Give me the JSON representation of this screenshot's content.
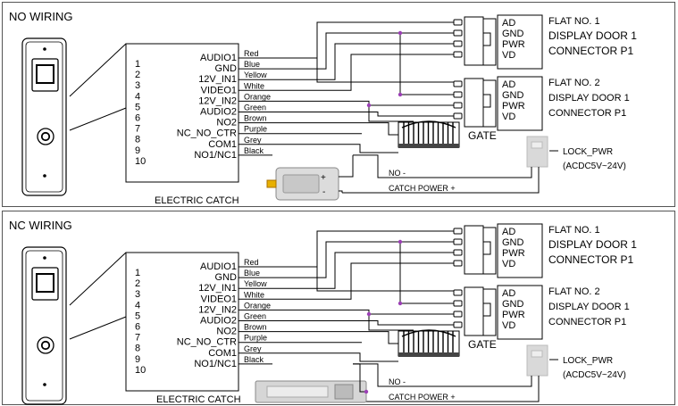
{
  "sections": [
    {
      "title": "NO WIRING",
      "catch_label": "ELECTRIC CATCH",
      "catch_style": "barrel",
      "lock_power_note": "NO -",
      "catch_power_note": "CATCH POWER +"
    },
    {
      "title": "NC WIRING",
      "catch_label": "ELECTRIC CATCH",
      "catch_style": "strike",
      "lock_power_note": "NO -",
      "catch_power_note": "CATCH POWER +"
    }
  ],
  "terminal_numbers": [
    "1",
    "2",
    "3",
    "4",
    "5",
    "6",
    "7",
    "8",
    "9",
    "10"
  ],
  "terminals": [
    "AUDIO1",
    "GND",
    "12V_IN1",
    "VIDEO1",
    "12V_IN2",
    "AUDIO2",
    "NO2",
    "NC_NO_CTR",
    "COM1",
    "NO1/NC1"
  ],
  "wire_colors": [
    "Red",
    "Blue",
    "Yellow",
    "White",
    "Orange",
    "Green",
    "Brown",
    "Purple",
    "Grey",
    "Black"
  ],
  "connector_pins": [
    "AD",
    "GND",
    "PWR",
    "VD"
  ],
  "displays": [
    {
      "line1": "FLAT NO. 1",
      "line2": "DISPLAY DOOR 1",
      "line3": "CONNECTOR P1"
    },
    {
      "line1": "FLAT NO. 2",
      "line2": "DISPLAY DOOR 1",
      "line3": "CONNECTOR P1"
    }
  ],
  "gate_label": "GATE",
  "lock_pwr": {
    "label": "LOCK_PWR",
    "spec": "(ACDC5V~24V)"
  },
  "catch_signs": {
    "plus": "+",
    "minus": "-"
  },
  "colors": {
    "junction": "#9b3fb5",
    "line": "#000000",
    "psu": "#d9d9d9"
  }
}
